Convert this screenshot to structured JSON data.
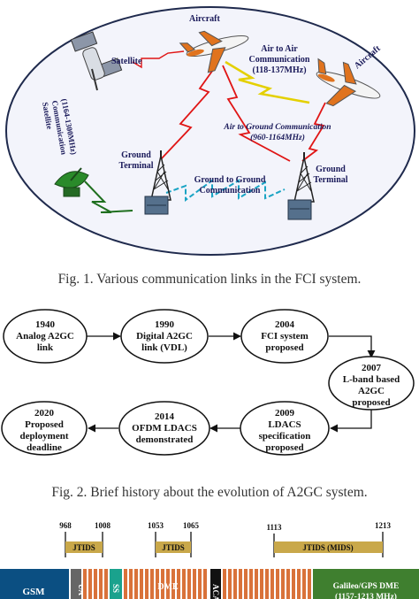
{
  "colors": {
    "ellipse_fill": "#f3f4fb",
    "ellipse_stroke": "#1f2a4d",
    "label": "#1a1a5a",
    "a2a_link": "#e4d000",
    "a2g_link": "#e01515",
    "g2g_link": "#1aa4c4",
    "sat_link": "#1f6f1f",
    "jtids_fill": "#c9a84a",
    "gsm_fill": "#0b4f82",
    "dme_fill": "#d9723a",
    "ss_fill": "#1aa28d",
    "galileo_fill": "#3f7f2f",
    "uat_fill": "#666666"
  },
  "fig1": {
    "labels": {
      "aircraft_1": "Aircraft",
      "satellite": "Satellite",
      "a2a_line1": "Air to Air",
      "a2a_line2": "Communication",
      "a2a_line3": "(118-137MHz)",
      "aircraft_2": "Aircraft",
      "sat_comm_line1": "Satellite",
      "sat_comm_line2": "Communication",
      "sat_comm_line3": "(1164-1300MHz)",
      "a2g_line1": "Air to Ground Communication",
      "a2g_line2": "(960-1164MHz)",
      "ground_terminal_1_line1": "Ground",
      "ground_terminal_1_line2": "Terminal",
      "g2g_line1": "Ground to Ground",
      "g2g_line2": "Communication",
      "ground_terminal_2_line1": "Ground",
      "ground_terminal_2_line2": "Terminal"
    },
    "caption": "Fig. 1.    Various communication links in the FCI system."
  },
  "fig2": {
    "nodes": [
      {
        "lines": [
          "1940",
          "Analog A2GC",
          "link"
        ]
      },
      {
        "lines": [
          "1990",
          "Digital A2GC",
          "link (VDL)"
        ]
      },
      {
        "lines": [
          "2004",
          "FCI system",
          "proposed"
        ]
      },
      {
        "lines": [
          "2007",
          "L-band based",
          "A2GC",
          "proposed"
        ]
      },
      {
        "lines": [
          "2009",
          "LDACS",
          "specification",
          "proposed"
        ]
      },
      {
        "lines": [
          "2014",
          "OFDM LDACS",
          "demonstrated"
        ]
      },
      {
        "lines": [
          "2020",
          "Proposed",
          "deployment",
          "deadline"
        ]
      }
    ],
    "caption": "Fig. 2.    Brief history about the evolution of A2GC system."
  },
  "fig3": {
    "ticks": [
      "968",
      "1008",
      "1053",
      "1065",
      "1113",
      "1213"
    ],
    "jtids_labels": [
      "JTIDS",
      "JTIDS",
      "JTIDS (MIDS)"
    ],
    "band_labels": {
      "gsm": "GSM",
      "uat": "UA",
      "ss": "SS",
      "dme": "DME",
      "acas": "ACA",
      "galileo_line1": "Galileo/GPS DME",
      "galileo_line2": "(1157-1213 MHz)"
    }
  }
}
